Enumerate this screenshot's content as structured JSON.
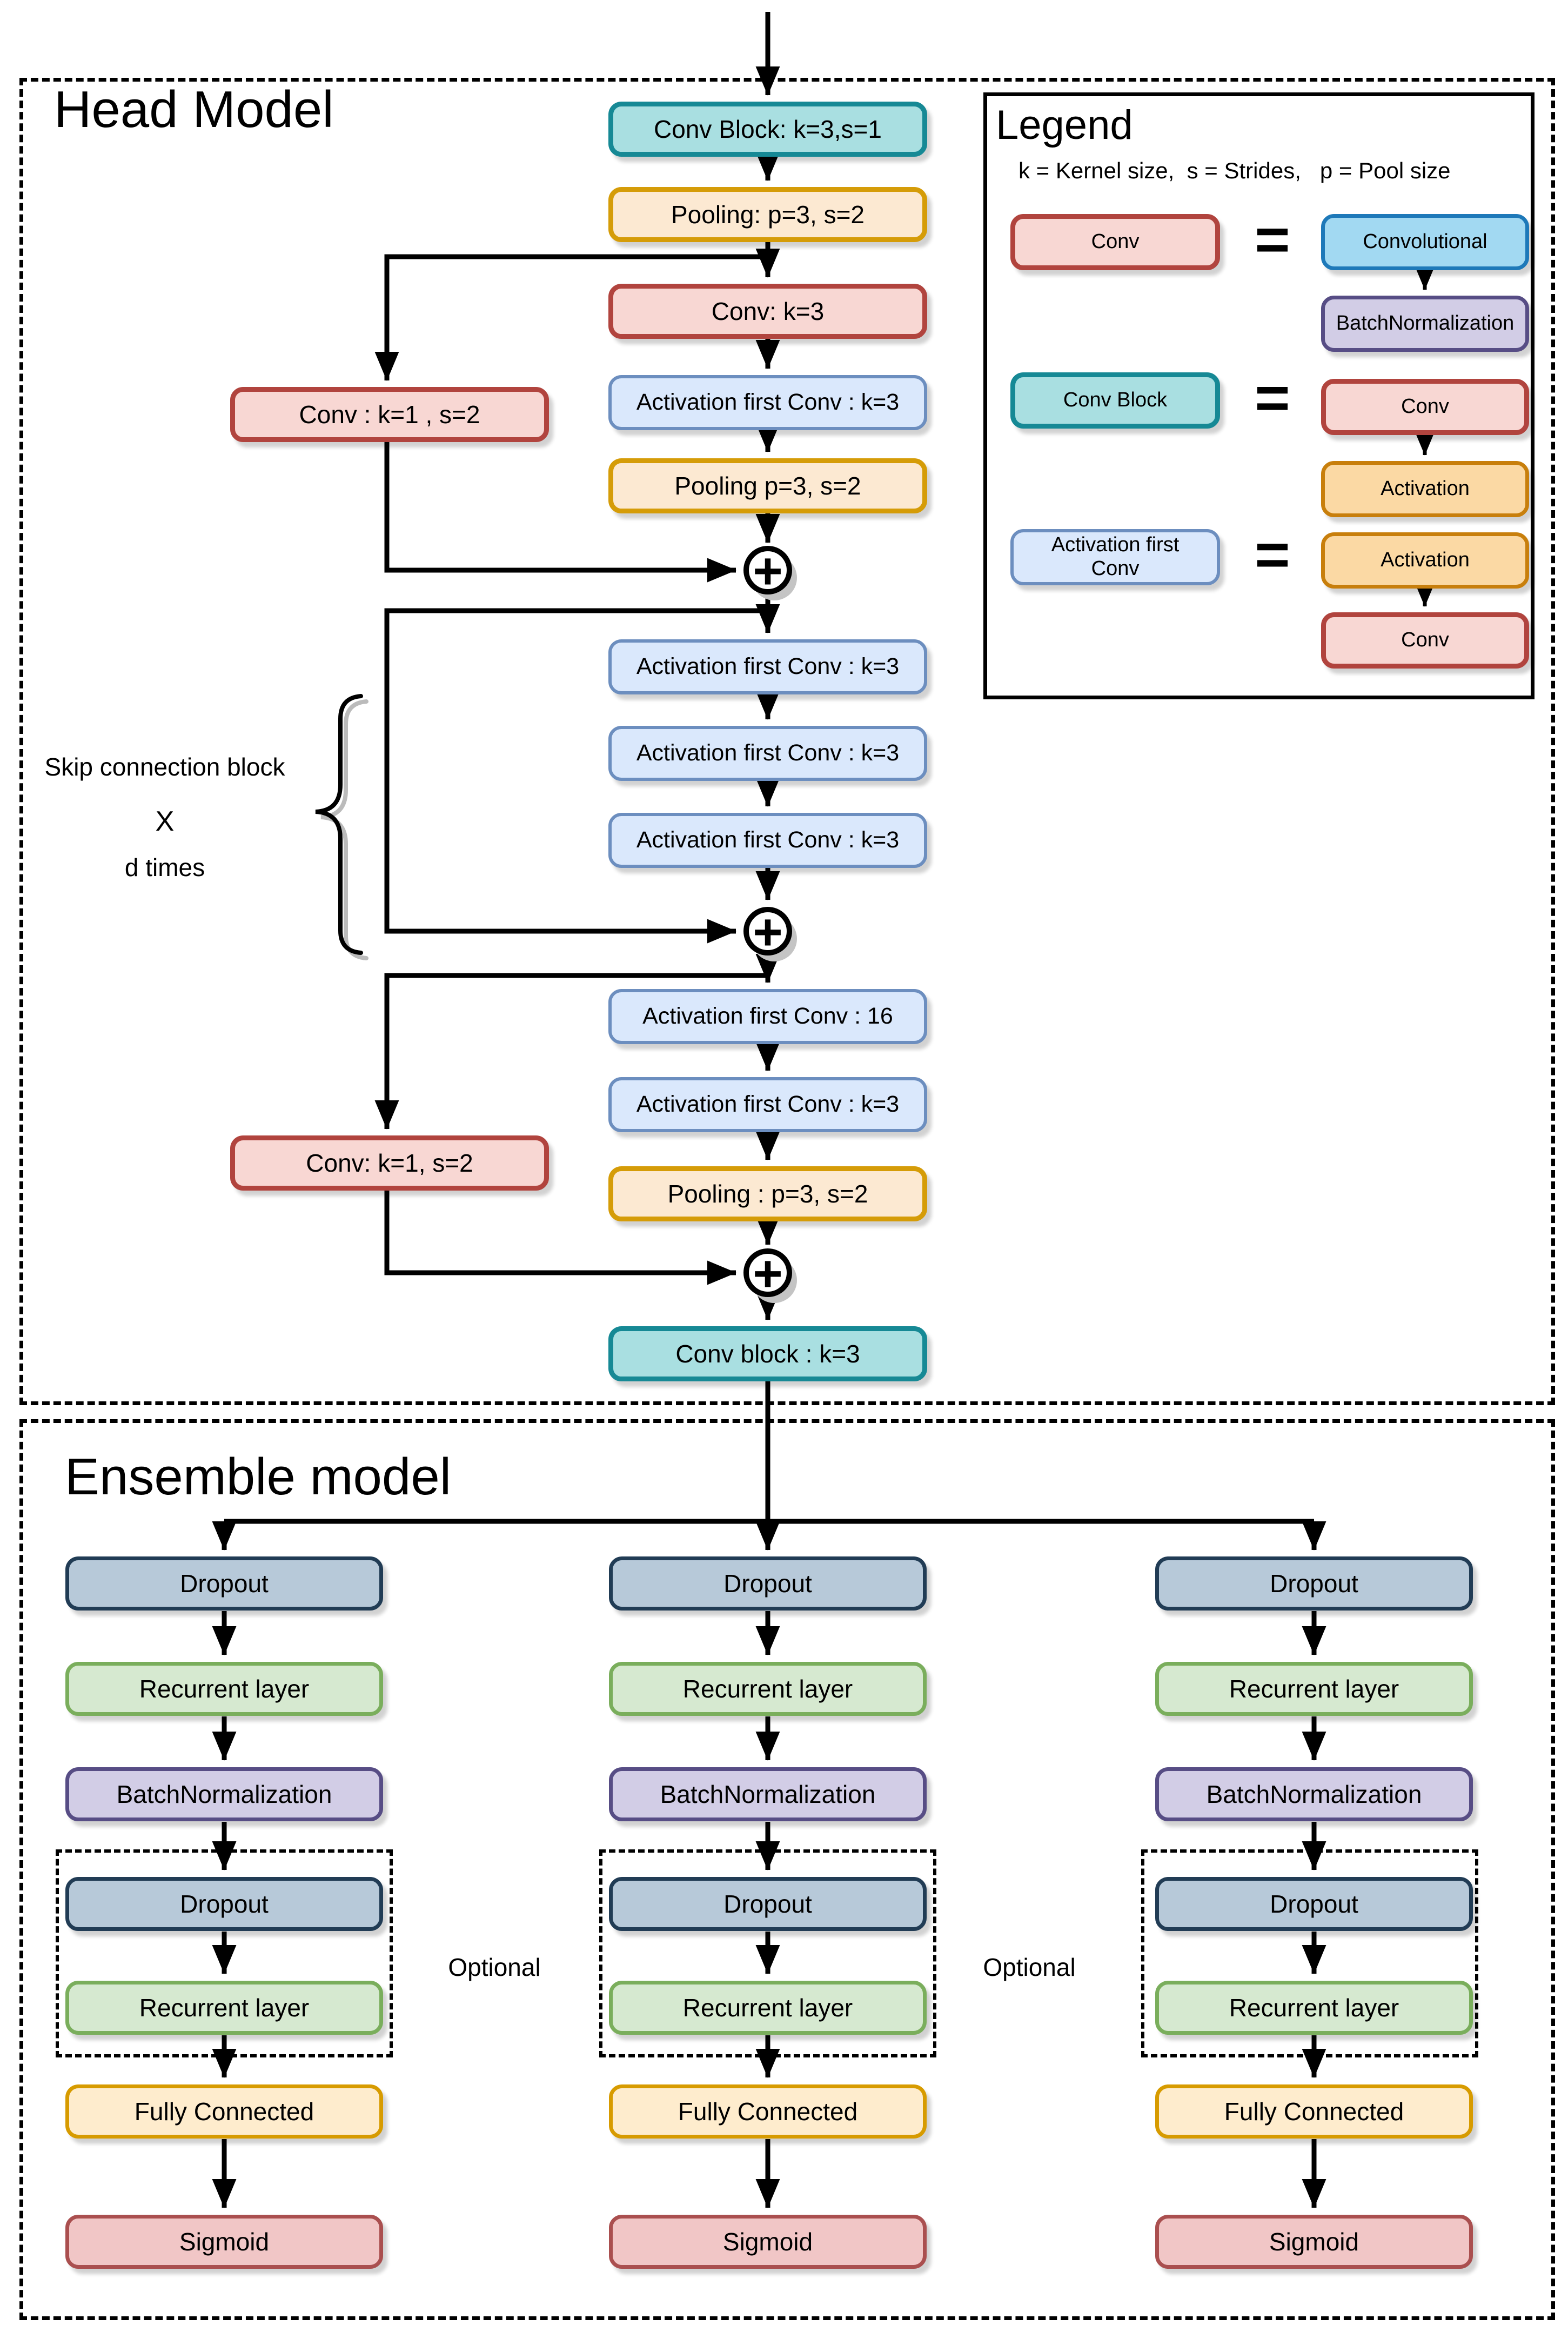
{
  "head": {
    "title": "Head Model",
    "nodes": {
      "conv_block_top": "Conv Block: k=3,s=1",
      "pooling_top": "Pooling:  p=3, s=2",
      "conv_k3": "Conv: k=3",
      "activation_first_conv_k3": "Activation first Conv : k=3",
      "pooling_mid": "Pooling p=3, s=2",
      "conv_k1_top": "Conv : k=1 , s=2",
      "activation_first_conv_16": "Activation first Conv : 16",
      "conv_k1_bottom": "Conv: k=1, s=2",
      "pooling_bottom": "Pooling : p=3, s=2",
      "conv_block_bottom": "Conv block : k=3"
    },
    "skip_note": {
      "line1": "Skip connection block",
      "line2": "X",
      "line3": "d times"
    },
    "add_junction_symbol": "+"
  },
  "legend": {
    "title": "Legend",
    "subtitle": "k = Kernel size,  s = Strides,   p = Pool size",
    "equals": "=",
    "items": {
      "conv": "Conv",
      "convolutional": "Convolutional",
      "batch_normalization": "BatchNormalization",
      "conv_block": "Conv Block",
      "activation": "Activation",
      "activation_first_conv": "Activation first\nConv"
    }
  },
  "ensemble": {
    "title": "Ensemble model",
    "optional_label": "Optional",
    "rows": {
      "dropout": "Dropout",
      "recurrent": "Recurrent layer",
      "batch_normalization": "BatchNormalization",
      "fully_connected": "Fully Connected",
      "sigmoid": "Sigmoid"
    }
  },
  "icons": {
    "add_junction": "plus-icon",
    "repeat_brace": "curly-brace-icon"
  },
  "colors": {
    "conv_block_fill": "#a9dfe1",
    "conv_block_stroke": "#168995",
    "pooling_fill": "#fce9d2",
    "pooling_stroke": "#d59c08",
    "conv_fill": "#f8d7d3",
    "conv_stroke": "#b1443e",
    "activation_first_conv_fill": "#dae8fc",
    "activation_first_conv_stroke": "#6c8ebf",
    "convolutional_fill": "#a2d9f2",
    "convolutional_stroke": "#1e79b9",
    "batch_normalization_fill": "#d2cde6",
    "batch_normalization_stroke": "#574d85",
    "activation_fill": "#fbd9a4",
    "activation_stroke": "#c87f0c",
    "dropout_fill": "#b7c9d9",
    "dropout_stroke": "#213c55",
    "recurrent_fill": "#d6e9d0",
    "recurrent_stroke": "#7aae5c",
    "fully_connected_fill": "#feeccd",
    "fully_connected_stroke": "#d79b00",
    "sigmoid_fill": "#f1c6c6",
    "sigmoid_stroke": "#aa4f4f",
    "connector": "#000000"
  }
}
